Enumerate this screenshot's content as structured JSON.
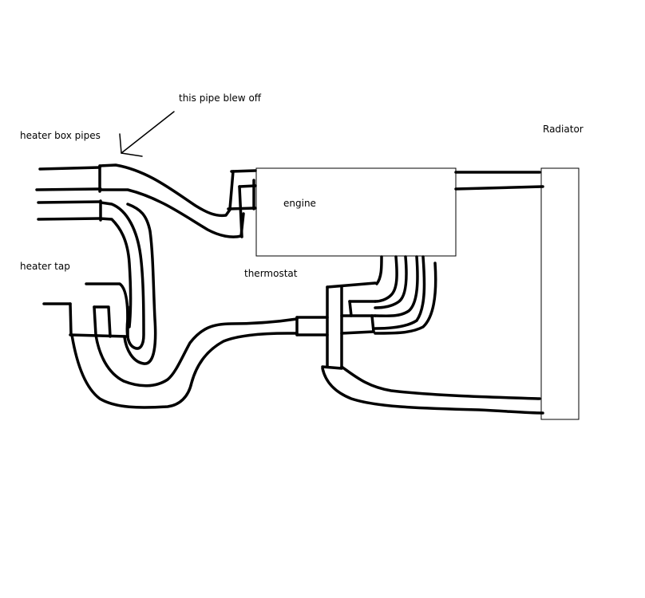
{
  "labels": {
    "heater_box_pipes": "heater box pipes",
    "pipe_blew_off": "this pipe blew off",
    "radiator": "Radiator",
    "engine": "engine",
    "heater_tap": "heater tap",
    "thermostat": "thermostat"
  },
  "colors": {
    "line": "#000000",
    "background": "#ffffff"
  },
  "icons": {
    "annotation_arrow": "arrow-icon"
  }
}
